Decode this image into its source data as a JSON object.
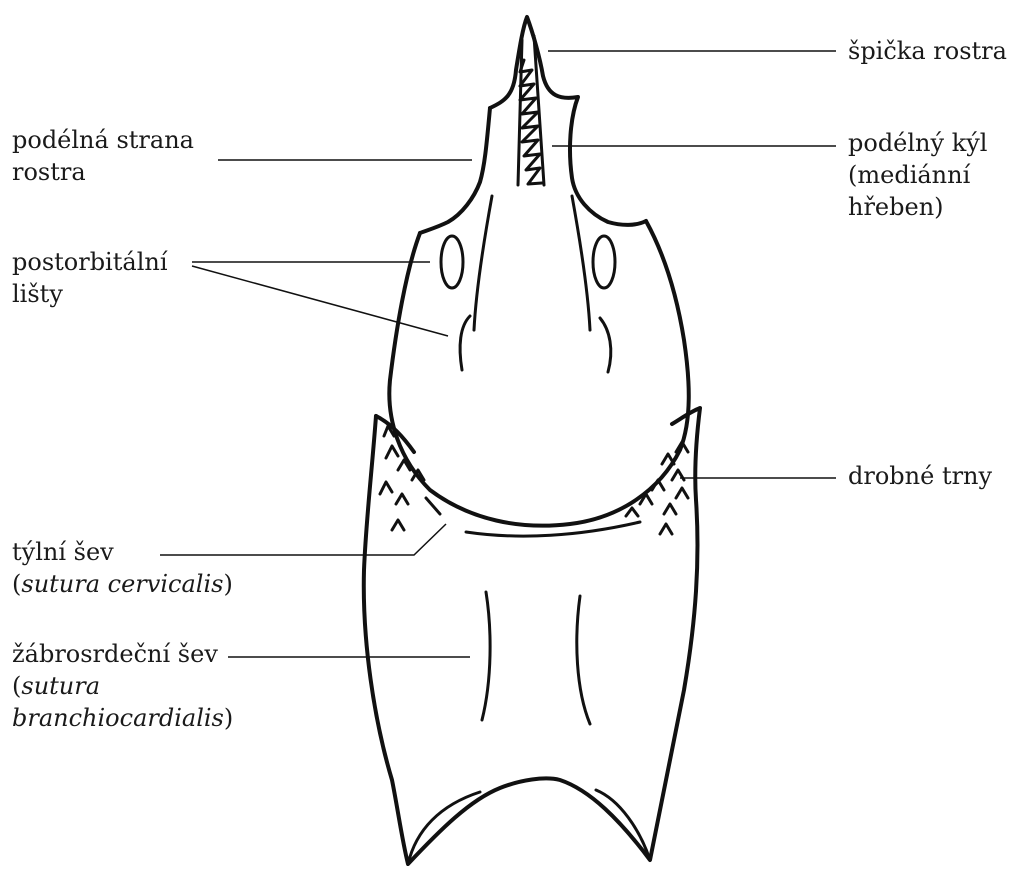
{
  "labels": {
    "spicka": "špička rostra",
    "kyl_1": "podélný kýl",
    "kyl_2": "(mediánní",
    "kyl_3": "hřeben)",
    "strana_1": "podélná strana",
    "strana_2": "rostra",
    "postorb_1": "postorbitální",
    "postorb_2": "lišty",
    "trny": "drobné trny",
    "tylni_1": "týlní šev",
    "tylni_2_open": "(",
    "tylni_2_it": "sutura cervicalis",
    "tylni_2_close": ")",
    "zabro_1": "žábrosrdeční šev",
    "zabro_2_open": "(",
    "zabro_2_it": "sutura",
    "zabro_3_it": "branchiocardialis",
    "zabro_3_close": ")"
  }
}
